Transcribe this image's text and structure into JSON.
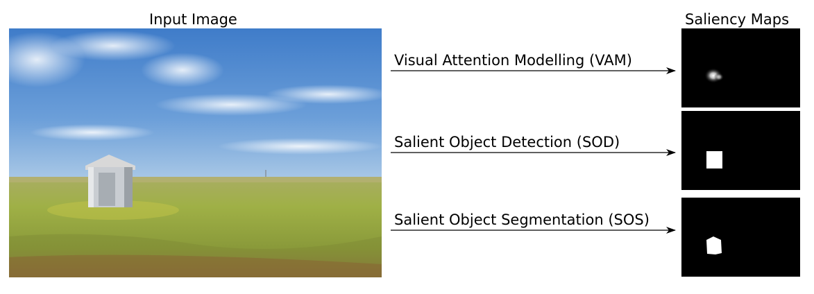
{
  "input": {
    "title": "Input Image"
  },
  "output": {
    "title": "Saliency Maps"
  },
  "methods": [
    {
      "label": "Visual Attention Modelling (VAM)"
    },
    {
      "label": "Salient Object Detection (SOD)"
    },
    {
      "label": "Salient Object Segmentation (SOS)"
    }
  ],
  "colors": {
    "map_background": "#000000",
    "arrow": "#000000",
    "sky": "#4f86cf",
    "grass": "#8ea13c"
  }
}
